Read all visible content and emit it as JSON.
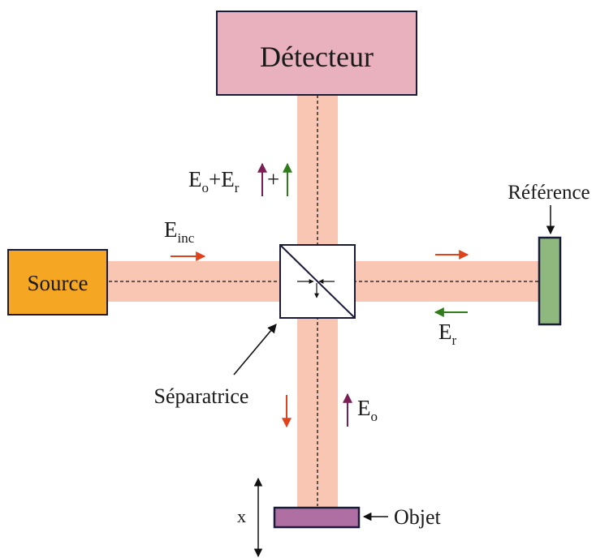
{
  "labels": {
    "detector": "Détecteur",
    "source": "Source",
    "reference": "Référence",
    "separatrice": "Séparatrice",
    "objet": "Objet",
    "x_axis": "x"
  },
  "fields": {
    "incident": {
      "base": "E",
      "sub": "inc"
    },
    "reflected": {
      "base": "E",
      "sub": "r"
    },
    "object": {
      "base": "E",
      "sub": "o"
    },
    "sum": {
      "a_base": "E",
      "a_sub": "o",
      "plus1": "+",
      "b_base": "E",
      "b_sub": "r",
      "plus2": "+"
    }
  },
  "colors": {
    "beam": "#f8c6b3",
    "detector_fill": "#e8b1bd",
    "source_fill": "#f5a623",
    "reference_fill": "#8fb87e",
    "objet_fill": "#b06fa3",
    "arrow_red": "#e0421b",
    "arrow_purple": "#7a1e55",
    "arrow_green": "#2e7d1a",
    "outline": "#1a1a3a"
  }
}
